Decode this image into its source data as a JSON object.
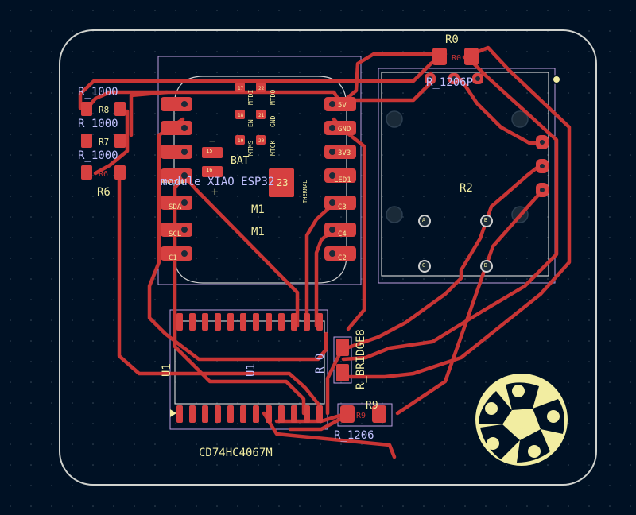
{
  "colors": {
    "background": "#001124",
    "board_edge": "#d0d2cd",
    "copper": "#c83434",
    "copper_pad": "#d64040",
    "silkscreen": "#f2eda1",
    "fab_text": "#c2c2ff",
    "courtyard": "#c0a0e0",
    "drill": "#1a2a38",
    "grid_dot": "#3a4a5a"
  },
  "labels": {
    "r0_ref": "R0",
    "r0_val": "R_1206P",
    "r2_ref": "R2",
    "r6_ref": "R6",
    "r7_ref": "R7",
    "r8_ref": "R8",
    "r9_ref": "R9",
    "r1000_a": "R_1000",
    "r1000_b": "R_1000",
    "r1000_c": "R_1000",
    "m1_ref": "M1",
    "m1_ref2": "M1",
    "m1_val": "module_XIAO ESP32",
    "bat": "BAT",
    "bat_plus": "+",
    "bat_minus": "−",
    "pad23": "23",
    "thermal": "THERMAL",
    "u1_ref": "U1",
    "u1_ref2": "U1",
    "u1_val": "CD74HC4067M",
    "bridge": "R_BRIDGE8",
    "r1206": "R_1206",
    "ro": "R O",
    "pin_5v": "5V",
    "pin_gnd": "GND",
    "pin_3v3": "3V3",
    "pin_led1": "LED1",
    "pin_c3": "C3",
    "pin_c4": "C4",
    "pin_c2": "C2",
    "pin_sda": "SDA",
    "pin_scl": "SCL",
    "pin_c1": "C1",
    "pin_mswitch": "MSWITCH",
    "mtdi": "MTDI",
    "mtdo": "MTDO",
    "en": "EN",
    "gnd": "GND",
    "mtms": "MTMS",
    "mtck": "MTCK",
    "n17": "17",
    "n18": "18",
    "n19": "19",
    "n20": "20",
    "n21": "21",
    "n22": "22"
  }
}
